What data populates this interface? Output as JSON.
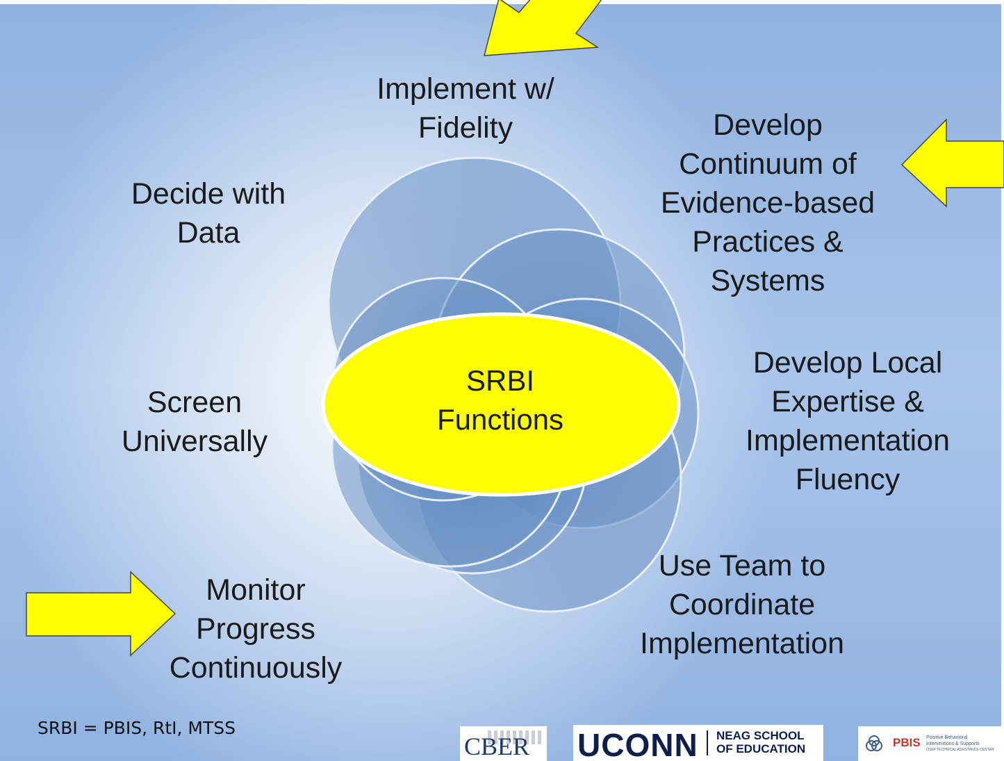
{
  "diagram": {
    "center": {
      "line1": "SRBI",
      "line2": "Functions"
    },
    "functions": [
      {
        "id": "implement",
        "lines": [
          "Implement w/",
          "Fidelity"
        ]
      },
      {
        "id": "develop-continuum",
        "lines": [
          "Develop",
          "Continuum of",
          "Evidence-based",
          "Practices &",
          "Systems"
        ]
      },
      {
        "id": "decide",
        "lines": [
          "Decide with",
          "Data"
        ]
      },
      {
        "id": "screen",
        "lines": [
          "Screen",
          "Universally"
        ]
      },
      {
        "id": "develop-local",
        "lines": [
          "Develop Local",
          "Expertise &",
          "Implementation",
          "Fluency"
        ]
      },
      {
        "id": "team",
        "lines": [
          "Use Team to",
          "Coordinate",
          "Implementation"
        ]
      },
      {
        "id": "monitor",
        "lines": [
          "Monitor",
          "Progress",
          "Continuously"
        ]
      }
    ],
    "highlight_color": "#ffff00",
    "circle_color": "#5f88bd"
  },
  "footnote": "SRBI = PBIS, RtI, MTSS",
  "logos": {
    "cber": {
      "text": "CBER"
    },
    "uconn": {
      "big": "UCONN",
      "line1": "NEAG SCHOOL",
      "line2": "OF EDUCATION"
    },
    "pbis": {
      "name": "PBIS",
      "sub1": "Positive Behavioral",
      "sub2": "Interventions & Supports",
      "sub3": "OSEP TECHNICAL ASSISTANCE CENTER"
    }
  }
}
